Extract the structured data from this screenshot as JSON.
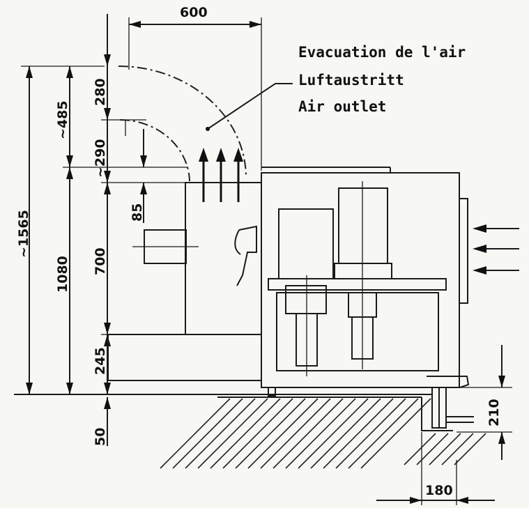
{
  "annotations": {
    "line1": "Evacuation de l'air",
    "line2": "Luftaustritt",
    "line3": "Air outlet"
  },
  "dimensions": {
    "top_width": "600",
    "total_height": "~1565",
    "height_1080": "1080",
    "approx_485": "~485",
    "dim_280": "280",
    "approx_290": "~290",
    "dim_85": "85",
    "dim_700": "700",
    "dim_245": "245",
    "dim_50": "50",
    "dim_210": "210",
    "dim_180": "180"
  }
}
